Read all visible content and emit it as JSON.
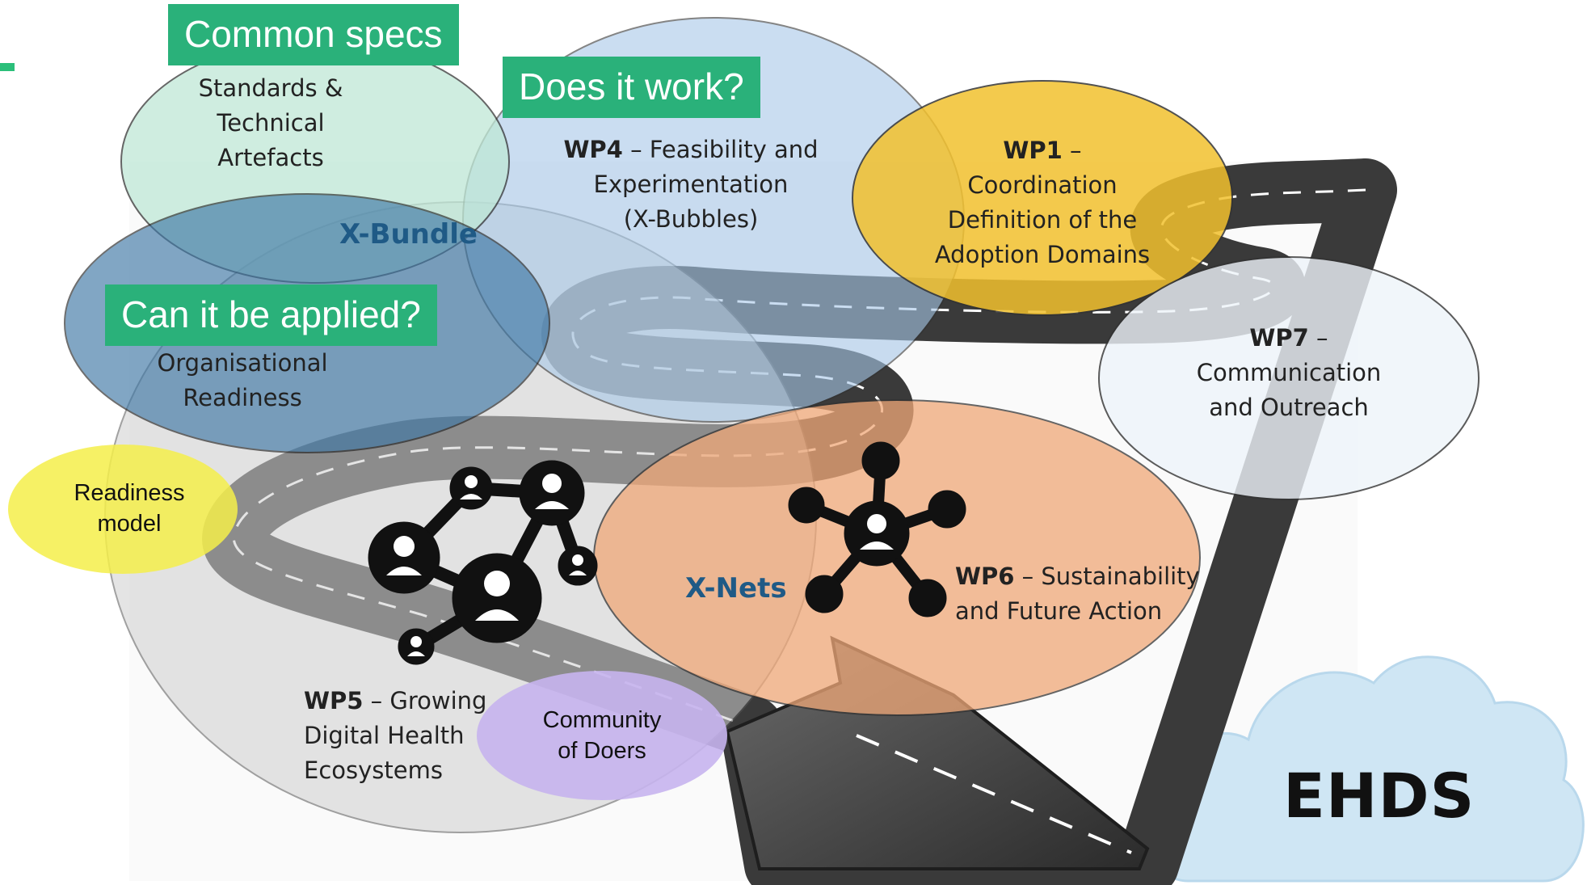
{
  "tags": {
    "common_specs": "Common specs",
    "does_it_work": "Does it work?",
    "can_it_be_applied": "Can it be applied?"
  },
  "circles": {
    "standards": "Standards & Technical Artefacts",
    "standards_lines": [
      "Standards &",
      "Technical",
      "Artefacts"
    ],
    "x_bundle": "X-Bundle",
    "org_readiness_lines": [
      "Organisational",
      "Readiness"
    ],
    "wp4_code": "WP4",
    "wp4_rest": " – Feasibility and",
    "wp4_lines": [
      "Experimentation",
      "(X-Bubbles)"
    ],
    "wp1_code": "WP1",
    "wp1_rest": " –",
    "wp1_lines": [
      "Coordination",
      "Definition of the",
      "Adoption Domains"
    ],
    "wp7_code": "WP7",
    "wp7_rest": " –",
    "wp7_lines": [
      "Communication",
      "and Outreach"
    ],
    "wp6_code": "WP6",
    "wp6_rest": " – Sustainability",
    "wp6_line2": "and Future Action",
    "x_nets": "X-Nets",
    "wp5_code": "WP5",
    "wp5_rest": " – Growing",
    "wp5_lines": [
      "Digital Health",
      "Ecosystems"
    ],
    "readiness_model_lines": [
      "Readiness",
      "model"
    ],
    "community_lines": [
      "Community",
      "of Doers"
    ]
  },
  "cloud_label": "EHDS",
  "colors": {
    "accent_green": "#2ab17a",
    "standards_fill": "#bfe8d6",
    "wp4_fill": "#a7c8e8",
    "org_fill": "#3f78a6",
    "wp1_fill": "#f2c12e",
    "wp7_fill": "#eef4fa",
    "wp6_fill": "#f0a878",
    "wp5_fill": "#cfcfcf",
    "readiness_fill": "#f5ee4a",
    "community_fill": "#c7b4ee",
    "cloud_fill": "#cfe6f4",
    "label_blue": "#1f5a86"
  }
}
